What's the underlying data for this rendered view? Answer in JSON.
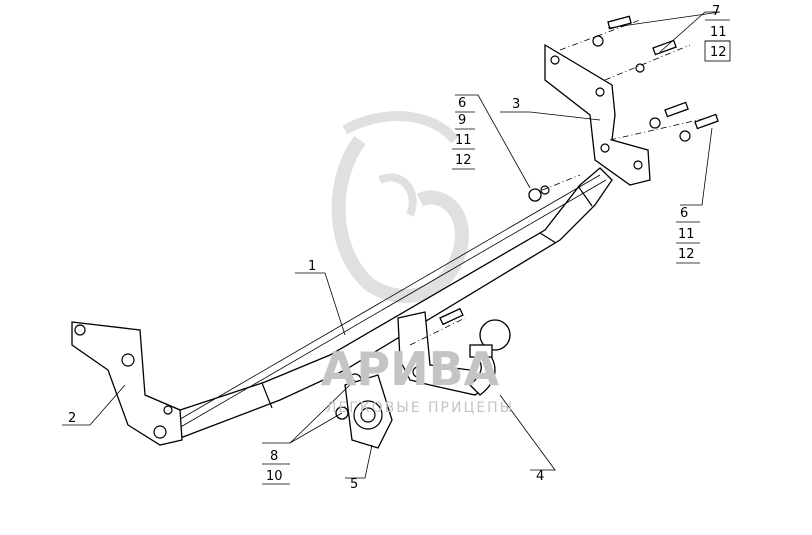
{
  "watermark": {
    "brand": "АРИВА",
    "tagline": "ЛЕГКОВЫЕ ПРИЦЕПЫ"
  },
  "callouts": {
    "c1": [
      "1"
    ],
    "c2": [
      "2"
    ],
    "c3": [
      "3"
    ],
    "c4": [
      "4"
    ],
    "c5": [
      "5"
    ],
    "c6a": [
      "6",
      "9",
      "11",
      "12"
    ],
    "c6b": [
      "6",
      "11",
      "12"
    ],
    "c7": [
      "7",
      "11",
      "12"
    ],
    "c8": [
      "8",
      "10"
    ]
  }
}
